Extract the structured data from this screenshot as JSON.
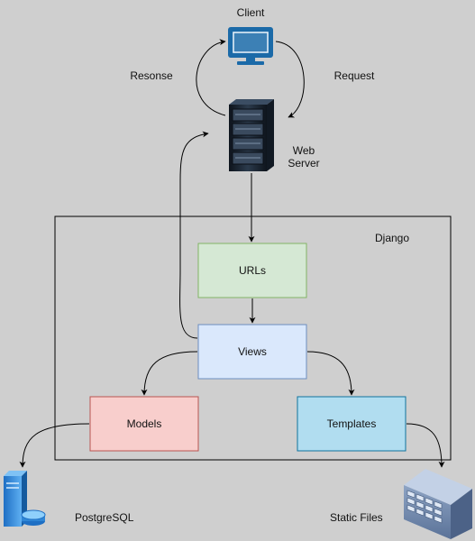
{
  "nodes": {
    "client": "Client",
    "web_server_line1": "Web",
    "web_server_line2": "Server",
    "django": "Django",
    "urls": "URLs",
    "views": "Views",
    "models": "Models",
    "templates": "Templates",
    "postgresql": "PostgreSQL",
    "static_files": "Static Files"
  },
  "edges": {
    "response": "Resonse",
    "request": "Request"
  },
  "colors": {
    "background": "#cfcfcf",
    "urls_fill": "#d5e8d4",
    "urls_stroke": "#82b366",
    "views_fill": "#dae8fc",
    "views_stroke": "#6c8ebf",
    "models_fill": "#f8cecc",
    "models_stroke": "#b85450",
    "templates_fill": "#b1ddf0",
    "templates_stroke": "#10739e",
    "monitor": "#1b6aa8",
    "server_rack": "#1f2a38"
  }
}
